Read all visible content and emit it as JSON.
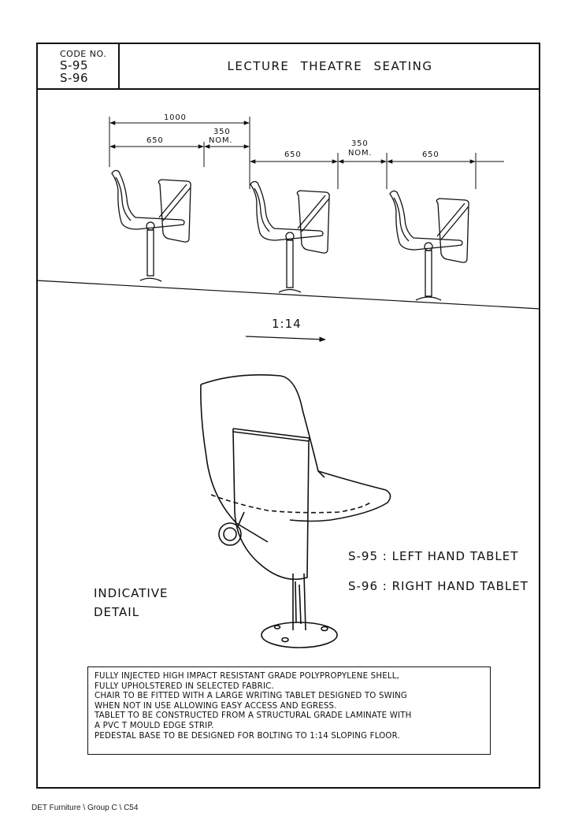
{
  "header": {
    "code_label": "CODE NO.",
    "code_values": [
      "S-95",
      "S-96"
    ],
    "title": "LECTURE THEATRE SEATING"
  },
  "elevation": {
    "dimensions": {
      "overall": "1000",
      "seat_width_a": "650",
      "gap_a_value": "350",
      "gap_a_unit": "NOM.",
      "seat_width_b": "650",
      "gap_b_value": "350",
      "gap_b_unit": "NOM.",
      "seat_width_c": "650"
    },
    "slope": "1:14"
  },
  "detail": {
    "label_line1": "INDICATIVE",
    "label_line2": "DETAIL",
    "s95": "S-95 :  LEFT HAND TABLET",
    "s96": "S-96 :  RIGHT HAND TABLET"
  },
  "notes": [
    "FULLY INJECTED HIGH IMPACT RESISTANT GRADE POLYPROPYLENE SHELL,",
    "FULLY UPHOLSTERED IN SELECTED FABRIC.",
    "CHAIR TO BE FITTED WITH A LARGE WRITING TABLET DESIGNED TO SWING",
    "WHEN NOT IN USE ALLOWING EASY ACCESS AND EGRESS.",
    "TABLET TO BE CONSTRUCTED FROM A STRUCTURAL GRADE LAMINATE WITH",
    "A PVC T MOULD EDGE STRIP.",
    "PEDESTAL BASE TO BE DESIGNED FOR BOLTING TO 1:14 SLOPING FLOOR."
  ],
  "footer": "DET Furniture \\ Group C \\ C54"
}
